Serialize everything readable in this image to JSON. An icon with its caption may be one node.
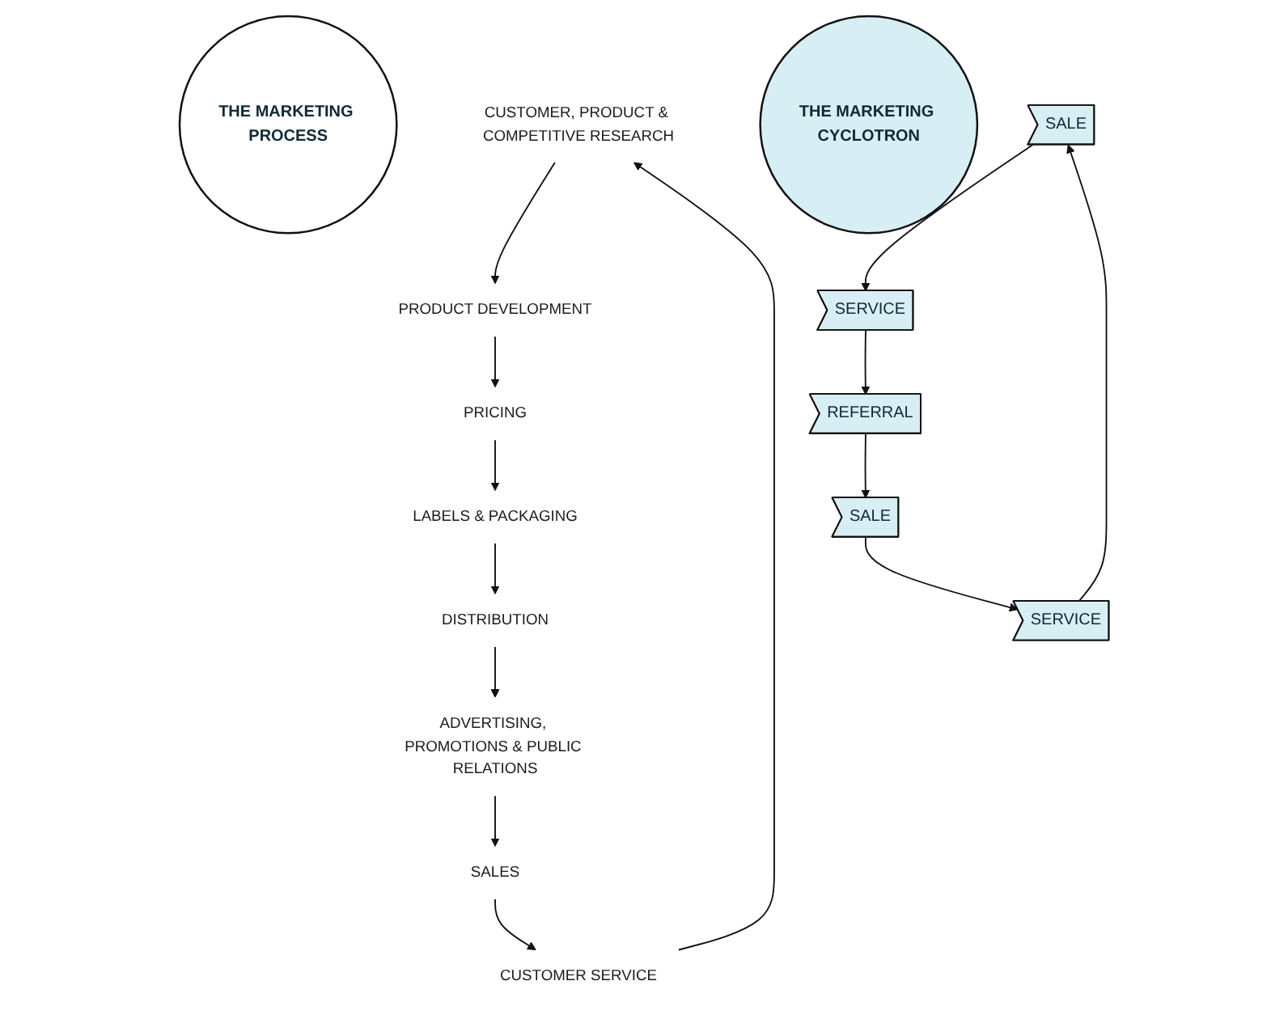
{
  "diagram": {
    "nodes": [
      {
        "text": [
          "THE MARKETING PROCESS"
        ]
      },
      {
        "text": [
          "CUSTOMER, PRODUCT & COMPETITIVE RESEARCH"
        ]
      },
      {
        "text": [
          "PRODUCT DEVELOPMENT"
        ]
      },
      {
        "text": [
          "PRICING"
        ]
      },
      {
        "text": [
          "LABELS & PACKAGING"
        ]
      },
      {
        "text": [
          "DISTRIBUTION"
        ]
      },
      {
        "text": [
          "ADVERTISING, PROMOTIONS & PUBLIC RELATIONS"
        ]
      },
      {
        "text": [
          "SALES"
        ]
      },
      {
        "text": [
          "CUSTOMER SERVICE"
        ]
      },
      {
        "text": [
          "THE MARKETING CYCLOTRON"
        ]
      },
      {
        "text": [
          "SALE"
        ]
      },
      {
        "text": [
          "SERVICE"
        ]
      },
      {
        "text": [
          "REFERRAL"
        ]
      },
      {
        "text": [
          "SALE"
        ]
      },
      {
        "text": [
          "SERVICE"
        ]
      }
    ],
    "edges": [
      {
        "from": 1,
        "to": 2,
        "arrow": "to"
      },
      {
        "from": 2,
        "to": 3,
        "arrow": "to"
      },
      {
        "from": 3,
        "to": 4,
        "arrow": "to"
      },
      {
        "from": 4,
        "to": 5,
        "arrow": "to"
      },
      {
        "from": 5,
        "to": 6,
        "arrow": "to"
      },
      {
        "from": 6,
        "to": 7,
        "arrow": "to"
      },
      {
        "from": 7,
        "to": 8,
        "arrow": "to"
      },
      {
        "from": 8,
        "to": 1,
        "arrow": "to"
      },
      {
        "from": 10,
        "to": 11,
        "arrow": "to"
      },
      {
        "from": 11,
        "to": 12,
        "arrow": "to"
      },
      {
        "from": 12,
        "to": 13,
        "arrow": "to"
      },
      {
        "from": 13,
        "to": 14,
        "arrow": "to"
      },
      {
        "from": 14,
        "to": 10,
        "arrow": "to"
      }
    ]
  }
}
